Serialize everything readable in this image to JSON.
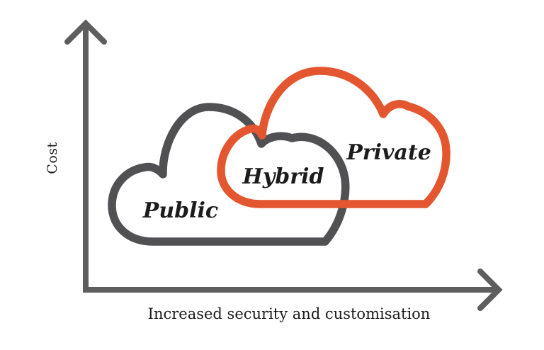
{
  "figure": {
    "y_axis_label": "Cost",
    "x_axis_label": "Increased security and customisation",
    "clouds": [
      {
        "id": "public",
        "label": "Public"
      },
      {
        "id": "hybrid",
        "label": "Hybrid"
      },
      {
        "id": "private",
        "label": "Private"
      }
    ],
    "colors": {
      "axis": "#5E5E5E",
      "public_cloud": "#515154",
      "private_cloud": "#E4562F",
      "text": "#1C1C1C"
    }
  }
}
